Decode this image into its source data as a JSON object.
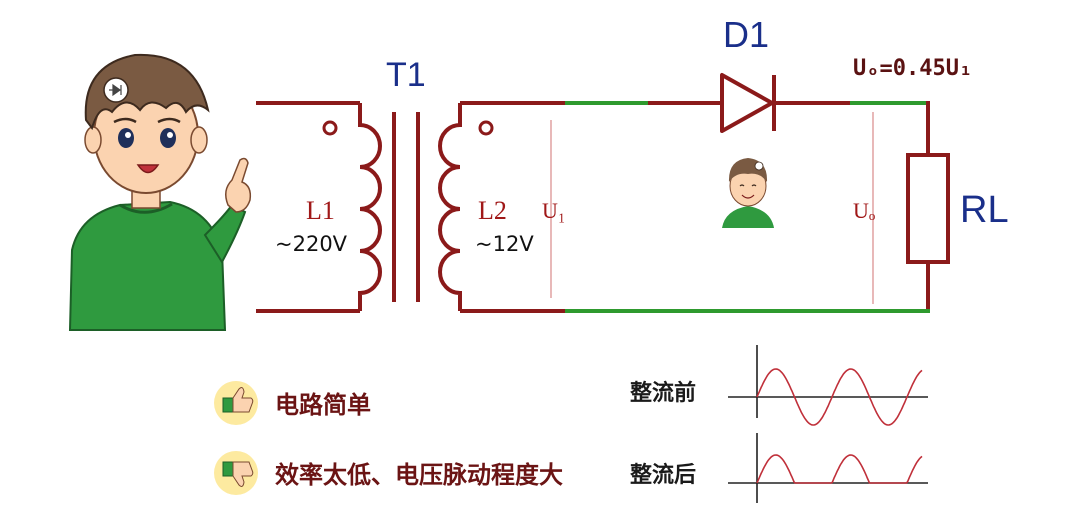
{
  "circuit": {
    "transformer_label": "T1",
    "diode_label": "D1",
    "load_label": "RL",
    "primary_label": "L1",
    "primary_voltage": "~220V",
    "secondary_label": "L2",
    "secondary_voltage": "~12V",
    "input_voltage_label": "U₁",
    "output_voltage_label": "Uₒ",
    "formula": "Uₒ=0.45U₁"
  },
  "pros_cons": {
    "pro_text": "电路简单",
    "con_text": "效率太低、电压脉动程度大"
  },
  "waveforms": {
    "before_label": "整流前",
    "after_label": "整流后"
  },
  "colors": {
    "wire_dark_red": "#8b1a1a",
    "wire_green": "#2e9a2e",
    "label_blue": "#1a2f8a",
    "wave_red": "#c0303a",
    "sweater_green": "#2f9a3f"
  }
}
